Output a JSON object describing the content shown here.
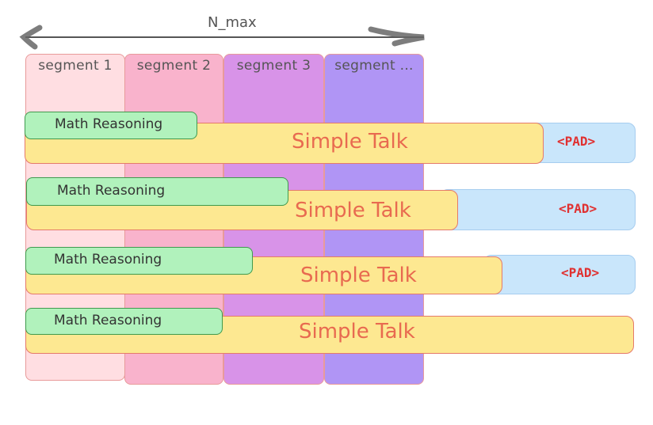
{
  "header": {
    "range_label": "N_max"
  },
  "segments": [
    {
      "label": "segment 1",
      "color": "#ffdee2"
    },
    {
      "label": "segment 2",
      "color": "#f9b3cc"
    },
    {
      "label": "segment 3",
      "color": "#d893e8"
    },
    {
      "label": "segment ...",
      "color": "#b095f5"
    }
  ],
  "rows": [
    {
      "math_label": "Math Reasoning",
      "talk_label": "Simple Talk",
      "pad_label": "<PAD>"
    },
    {
      "math_label": "Math Reasoning",
      "talk_label": "Simple Talk",
      "pad_label": "<PAD>"
    },
    {
      "math_label": "Math Reasoning",
      "talk_label": "Simple Talk",
      "pad_label": "<PAD>"
    },
    {
      "math_label": "Math Reasoning",
      "talk_label": "Simple Talk"
    }
  ],
  "colors": {
    "math": "#b1f2bc",
    "talk": "#fde891",
    "pad": "#c9e6fb",
    "talk_text": "#e86a50",
    "pad_text": "#e03131"
  }
}
